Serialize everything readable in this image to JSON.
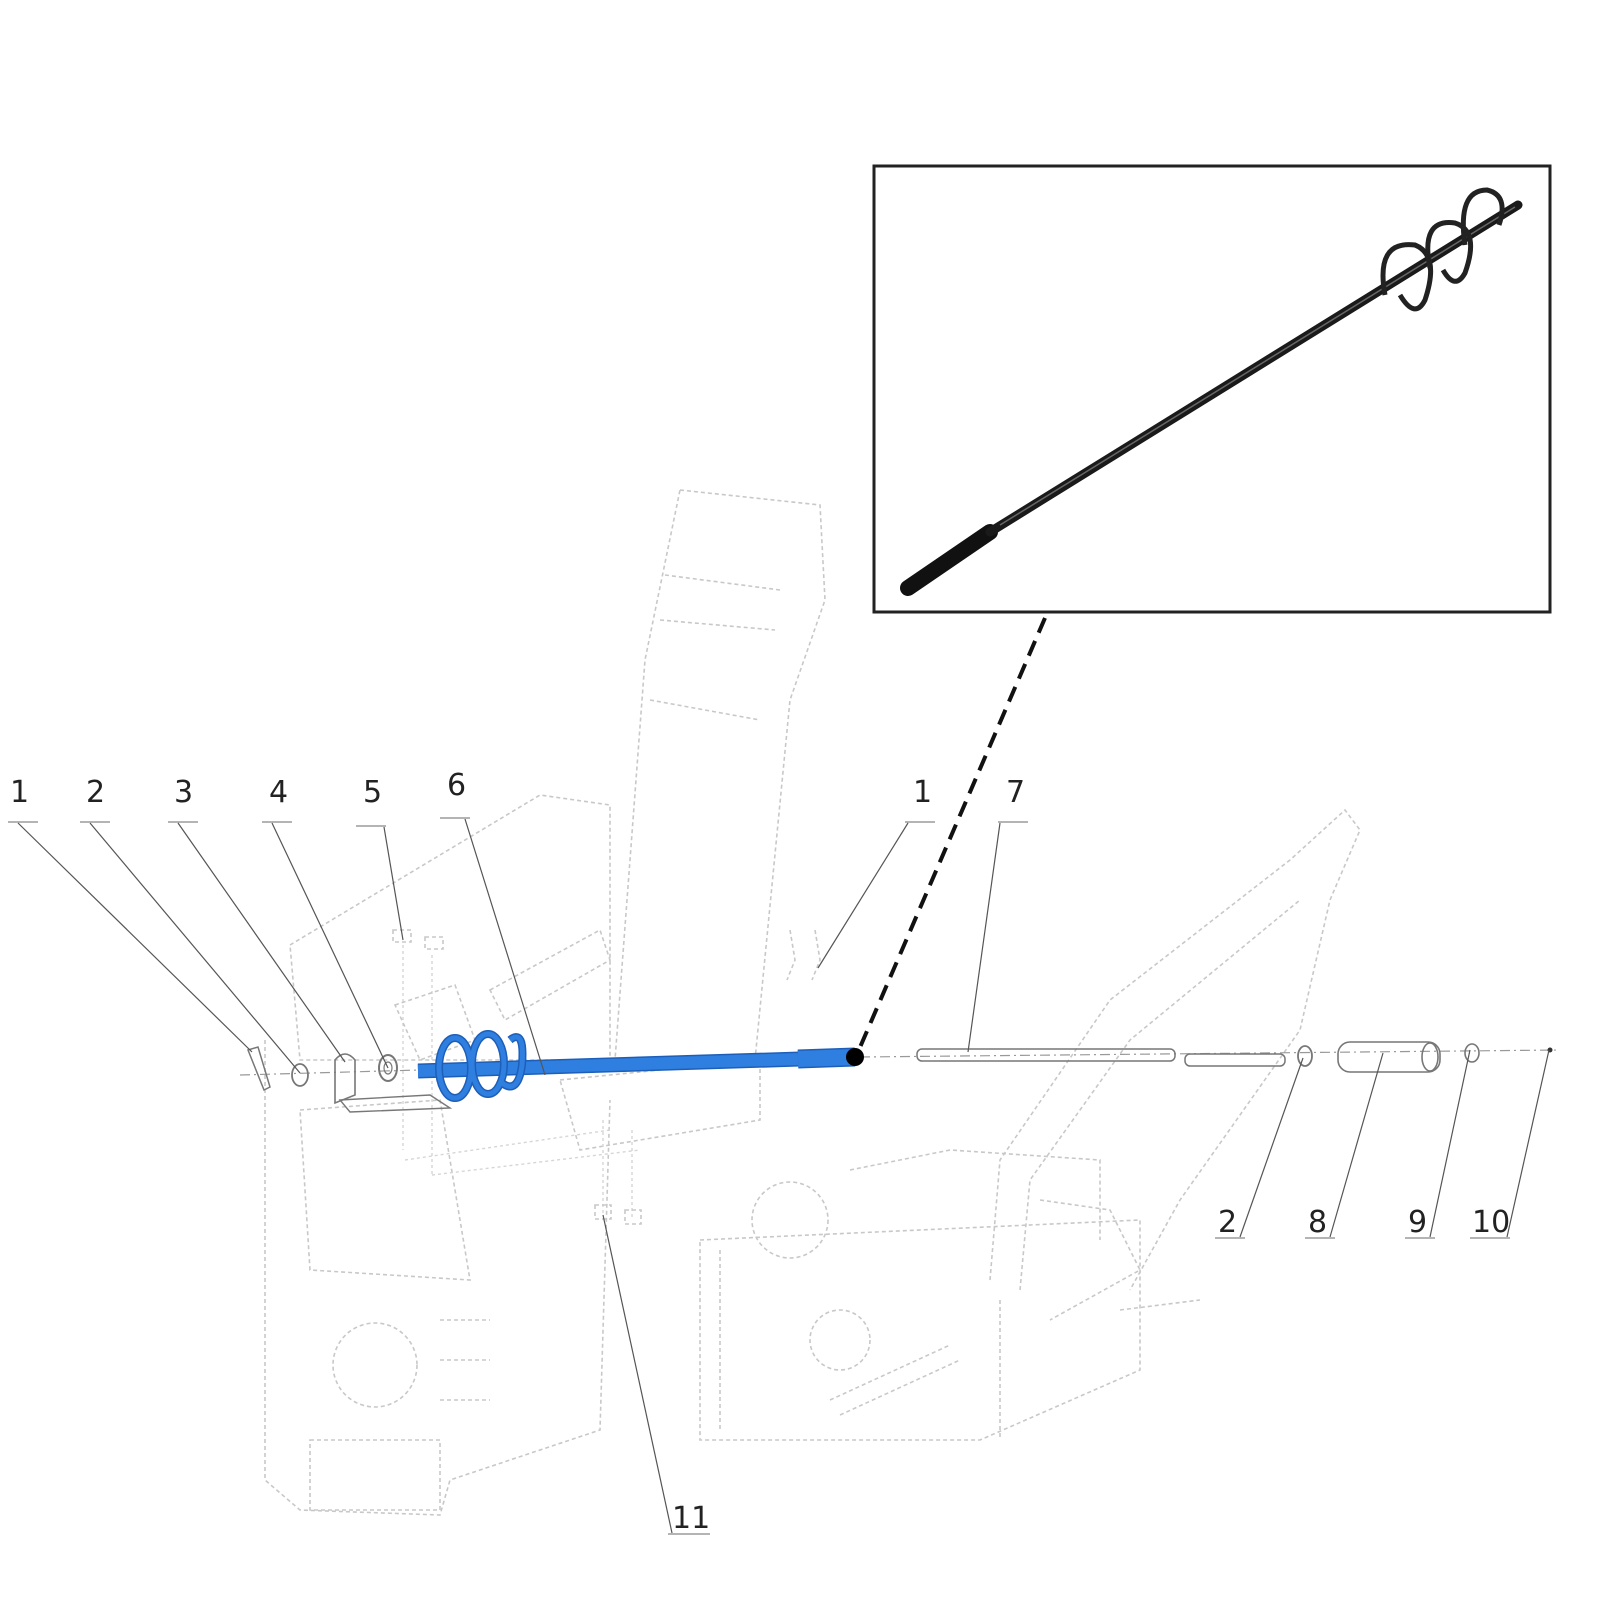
{
  "diagram": {
    "type": "exploded-parts-view",
    "highlight_color": "#2f7fe0",
    "callouts": [
      {
        "label": "1"
      },
      {
        "label": "2"
      },
      {
        "label": "3"
      },
      {
        "label": "4"
      },
      {
        "label": "5"
      },
      {
        "label": "6"
      },
      {
        "label": "1"
      },
      {
        "label": "7"
      },
      {
        "label": "2"
      },
      {
        "label": "8"
      },
      {
        "label": "9"
      },
      {
        "label": "10"
      },
      {
        "label": "11"
      }
    ],
    "inset": {
      "subject": "auger-shaft-photo",
      "border_color": "#222222"
    }
  }
}
